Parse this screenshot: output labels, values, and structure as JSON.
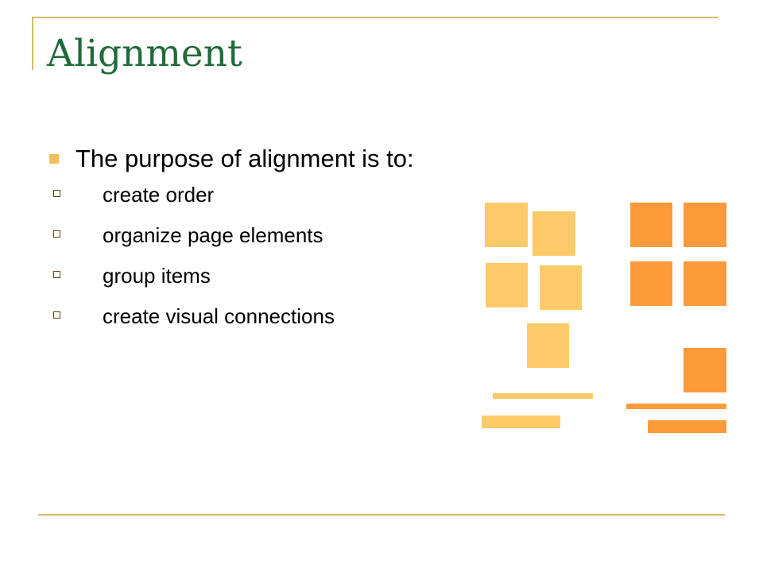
{
  "slide": {
    "title": "Alignment",
    "bullets": [
      {
        "text": "The purpose of alignment is to:",
        "subitems": [
          "create order",
          "organize page elements",
          "group items",
          "create visual connections"
        ]
      }
    ]
  },
  "colors": {
    "title": "#1f6b3a",
    "frame_rule": "#d4bb6a",
    "bullet_marker": "#f3be59",
    "unaligned_shapes": "#fdca6a",
    "aligned_shapes": "#fd9a3b"
  }
}
